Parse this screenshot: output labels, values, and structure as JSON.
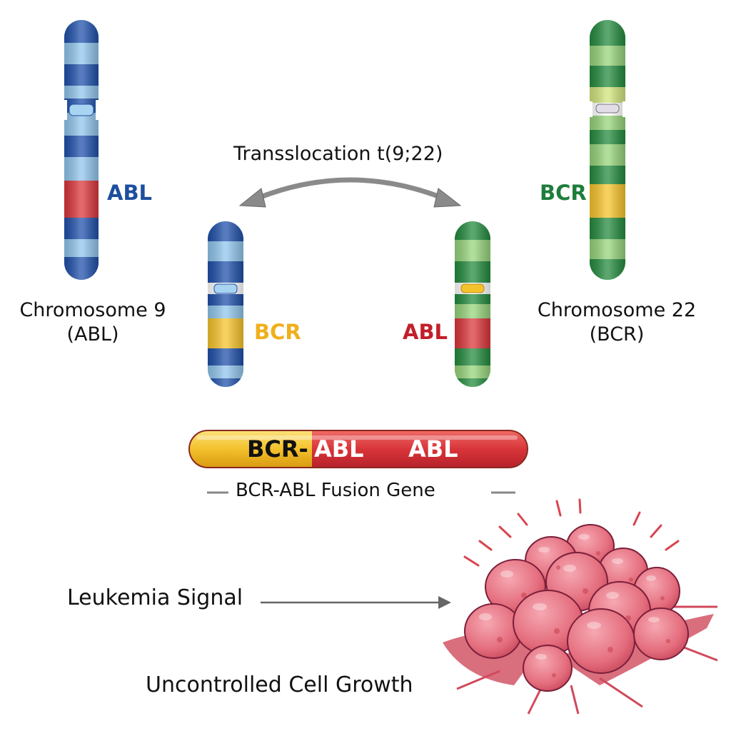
{
  "colors": {
    "blue_dark": "#1f4fa8",
    "blue_light": "#8fc3ea",
    "green_dark": "#23893d",
    "green_light": "#95d27a",
    "red": "#d9353a",
    "yellow": "#f4c22b",
    "abl_label_blue": "#1d4f9e",
    "bcr_label_yellow": "#f0b01c",
    "abl_label_red": "#c21f2a",
    "bcr_label_green": "#1e7d3c",
    "arrow_gray": "#8a8a8a",
    "cell_pink": "#e8707f"
  },
  "translocation": {
    "label": "Transslocation t(9;22)",
    "arrow_icon": "double-headed-curved-arrow"
  },
  "chromosome9": {
    "title_line1": "Chromosome 9",
    "title_line2": "(ABL)",
    "gene_label": "ABL"
  },
  "chromosome22": {
    "title_line1": "Chromosome 22",
    "title_line2": "(BCR)",
    "gene_label": "BCR"
  },
  "derivative9": {
    "gene_label": "BCR"
  },
  "derivative22": {
    "gene_label": "ABL"
  },
  "fusion": {
    "bar_segment_left": "BCR-",
    "bar_segment_mid": "ABL",
    "bar_segment_right": "ABL",
    "caption": "BCR-ABL Fusion Gene"
  },
  "outcome": {
    "signal_label": "Leukemia Signal",
    "growth_label": "Uncontrolled Cell Growth",
    "cells_icon": "cancer-cell-cluster"
  }
}
